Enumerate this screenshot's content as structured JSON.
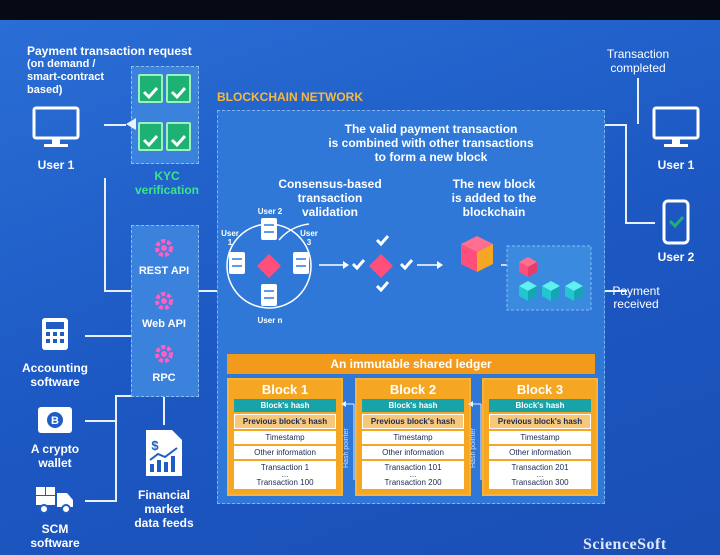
{
  "left": {
    "payment_request": "Payment transaction request",
    "payment_sub": "(on demand /\nsmart-contract\nbased)",
    "user1": "User 1",
    "accounting": "Accounting\nsoftware",
    "crypto": "A crypto\nwallet",
    "scm": "SCM\nsoftware"
  },
  "kyc": {
    "label": "KYC\nverification"
  },
  "api": {
    "rest": "REST API",
    "web": "Web API",
    "rpc": "RPC"
  },
  "feeds": {
    "label": "Financial\nmarket\ndata feeds"
  },
  "network": {
    "title": "BLOCKCHAIN NETWORK",
    "combined": "The valid payment transaction\nis combined with other transactions\nto form a new block",
    "consensus": "Consensus-based\ntransaction\nvalidation",
    "added": "The new block\nis added to the\nblockchain",
    "user2": "User 2",
    "user1": "User\n1",
    "user3": "User\n3",
    "usern": "User n"
  },
  "ledger": {
    "title": "An immutable shared ledger",
    "hash_pointer": "Hash pointer",
    "blocks": [
      {
        "title": "Block 1",
        "hash": "Block's hash",
        "prev": "Previous block's hash",
        "timestamp": "Timestamp",
        "other": "Other information",
        "tx_first": "Transaction 1",
        "tx_dots": "...",
        "tx_last": "Transaction 100"
      },
      {
        "title": "Block 2",
        "hash": "Block's hash",
        "prev": "Previous block's hash",
        "timestamp": "Timestamp",
        "other": "Other information",
        "tx_first": "Transaction 101",
        "tx_dots": "...",
        "tx_last": "Transaction 200"
      },
      {
        "title": "Block 3",
        "hash": "Block's hash",
        "prev": "Previous block's hash",
        "timestamp": "Timestamp",
        "other": "Other information",
        "tx_first": "Transaction 201",
        "tx_dots": "...",
        "tx_last": "Transaction 300"
      }
    ]
  },
  "right": {
    "completed": "Transaction\ncompleted",
    "user1": "User 1",
    "user2": "User 2",
    "received": "Payment\nreceived"
  },
  "logo": "ScienceSoft",
  "colors": {
    "orange": "#f5a623",
    "teal": "#18a3a8",
    "green": "#1db173",
    "pink": "#ff4f7a",
    "accent_title": "#f5b942"
  }
}
